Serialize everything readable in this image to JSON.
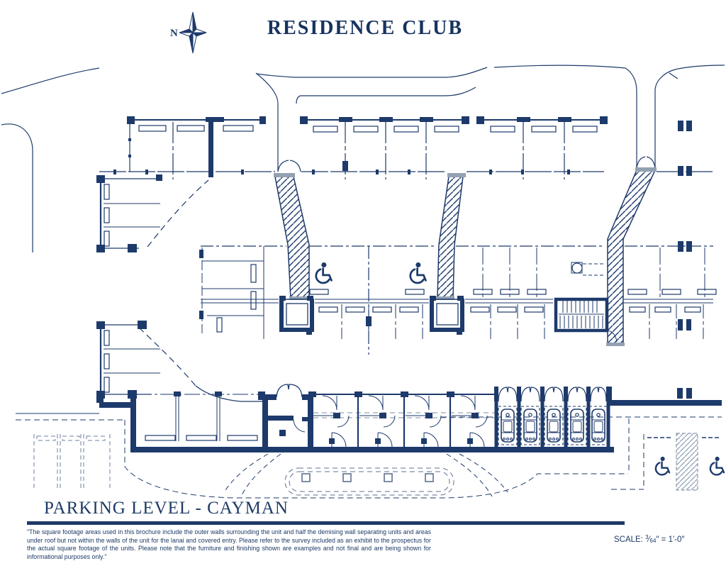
{
  "header": {
    "title": "RESIDENCE CLUB",
    "compass": {
      "label": "N",
      "icon": "compass-rose-icon"
    }
  },
  "plan": {
    "name": "PARKING LEVEL - CAYMAN",
    "icons": {
      "accessible_parking": "wheelchair-accessible-icon",
      "elevator": "elevator-icon",
      "stairs": "stairs-icon",
      "car": "car-top-view-icon",
      "ramp": "ramp-hatch-band"
    }
  },
  "footer": {
    "disclaimer": "\"The square footage areas used in this brochure include the outer walls surrounding the unit and half the demising wall separating units and areas under roof but not within the walls of the unit for the lanai and covered entry. Please refer to the survey included as an exhibit to the prospectus for the actual square footage of the units.  Please note that the furniture and finishing shown are examples and not final and are being shown for informational purposes only.\"",
    "scale": {
      "label": "SCALE:",
      "numerator": "3",
      "denominator": "64",
      "suffix": "″ = 1'-0″"
    }
  },
  "colors": {
    "ink": "#1d3a6b",
    "hatch_gray": "#8e9cb0",
    "cap_gray": "#93a1b2",
    "background": "#ffffff"
  }
}
